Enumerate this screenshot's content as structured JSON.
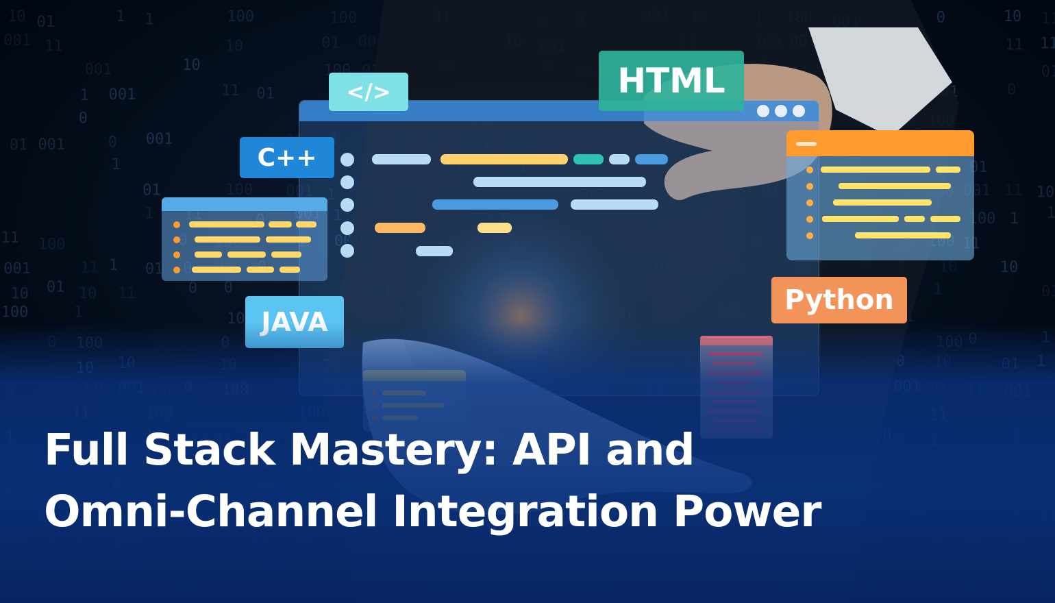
{
  "headline": {
    "line1": "Full Stack Mastery: API and",
    "line2": "Omni-Channel Integration Power"
  },
  "tags": {
    "code": "</>",
    "html": "HTML",
    "cpp": "C++",
    "java": "JAVA",
    "python": "Python"
  },
  "colors": {
    "tag_code": "#7fe0e8",
    "tag_html": "#2fb39a",
    "tag_cpp": "#1f86d8",
    "tag_java": "#5cc4f2",
    "tag_python": "#f2945a",
    "accent_yellow": "#ffd867",
    "accent_orange": "#ff9a2e",
    "headline": "#ffffff",
    "bottom_wash": "#0b3482"
  }
}
